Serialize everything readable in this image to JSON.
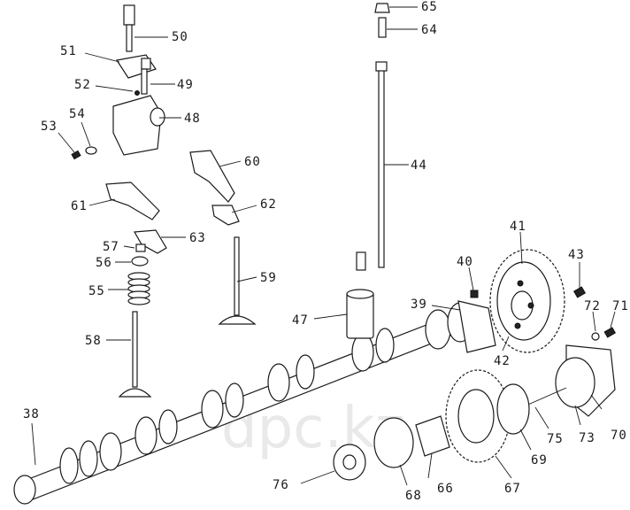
{
  "watermark": "dpc.kz",
  "callouts": [
    {
      "id": "38",
      "label": "38"
    },
    {
      "id": "39",
      "label": "39"
    },
    {
      "id": "40",
      "label": "40"
    },
    {
      "id": "41",
      "label": "41"
    },
    {
      "id": "42",
      "label": "42"
    },
    {
      "id": "43",
      "label": "43"
    },
    {
      "id": "44",
      "label": "44"
    },
    {
      "id": "47",
      "label": "47"
    },
    {
      "id": "48",
      "label": "48"
    },
    {
      "id": "49",
      "label": "49"
    },
    {
      "id": "50",
      "label": "50"
    },
    {
      "id": "51",
      "label": "51"
    },
    {
      "id": "52",
      "label": "52"
    },
    {
      "id": "53",
      "label": "53"
    },
    {
      "id": "54",
      "label": "54"
    },
    {
      "id": "55",
      "label": "55"
    },
    {
      "id": "56",
      "label": "56"
    },
    {
      "id": "57",
      "label": "57"
    },
    {
      "id": "58",
      "label": "58"
    },
    {
      "id": "59",
      "label": "59"
    },
    {
      "id": "60",
      "label": "60"
    },
    {
      "id": "61",
      "label": "61"
    },
    {
      "id": "62",
      "label": "62"
    },
    {
      "id": "63",
      "label": "63"
    },
    {
      "id": "64",
      "label": "64"
    },
    {
      "id": "65",
      "label": "65"
    },
    {
      "id": "66",
      "label": "66"
    },
    {
      "id": "67",
      "label": "67"
    },
    {
      "id": "68",
      "label": "68"
    },
    {
      "id": "69",
      "label": "69"
    },
    {
      "id": "70",
      "label": "70"
    },
    {
      "id": "71",
      "label": "71"
    },
    {
      "id": "72",
      "label": "72"
    },
    {
      "id": "73",
      "label": "73"
    },
    {
      "id": "75",
      "label": "75"
    },
    {
      "id": "76",
      "label": "76"
    }
  ]
}
